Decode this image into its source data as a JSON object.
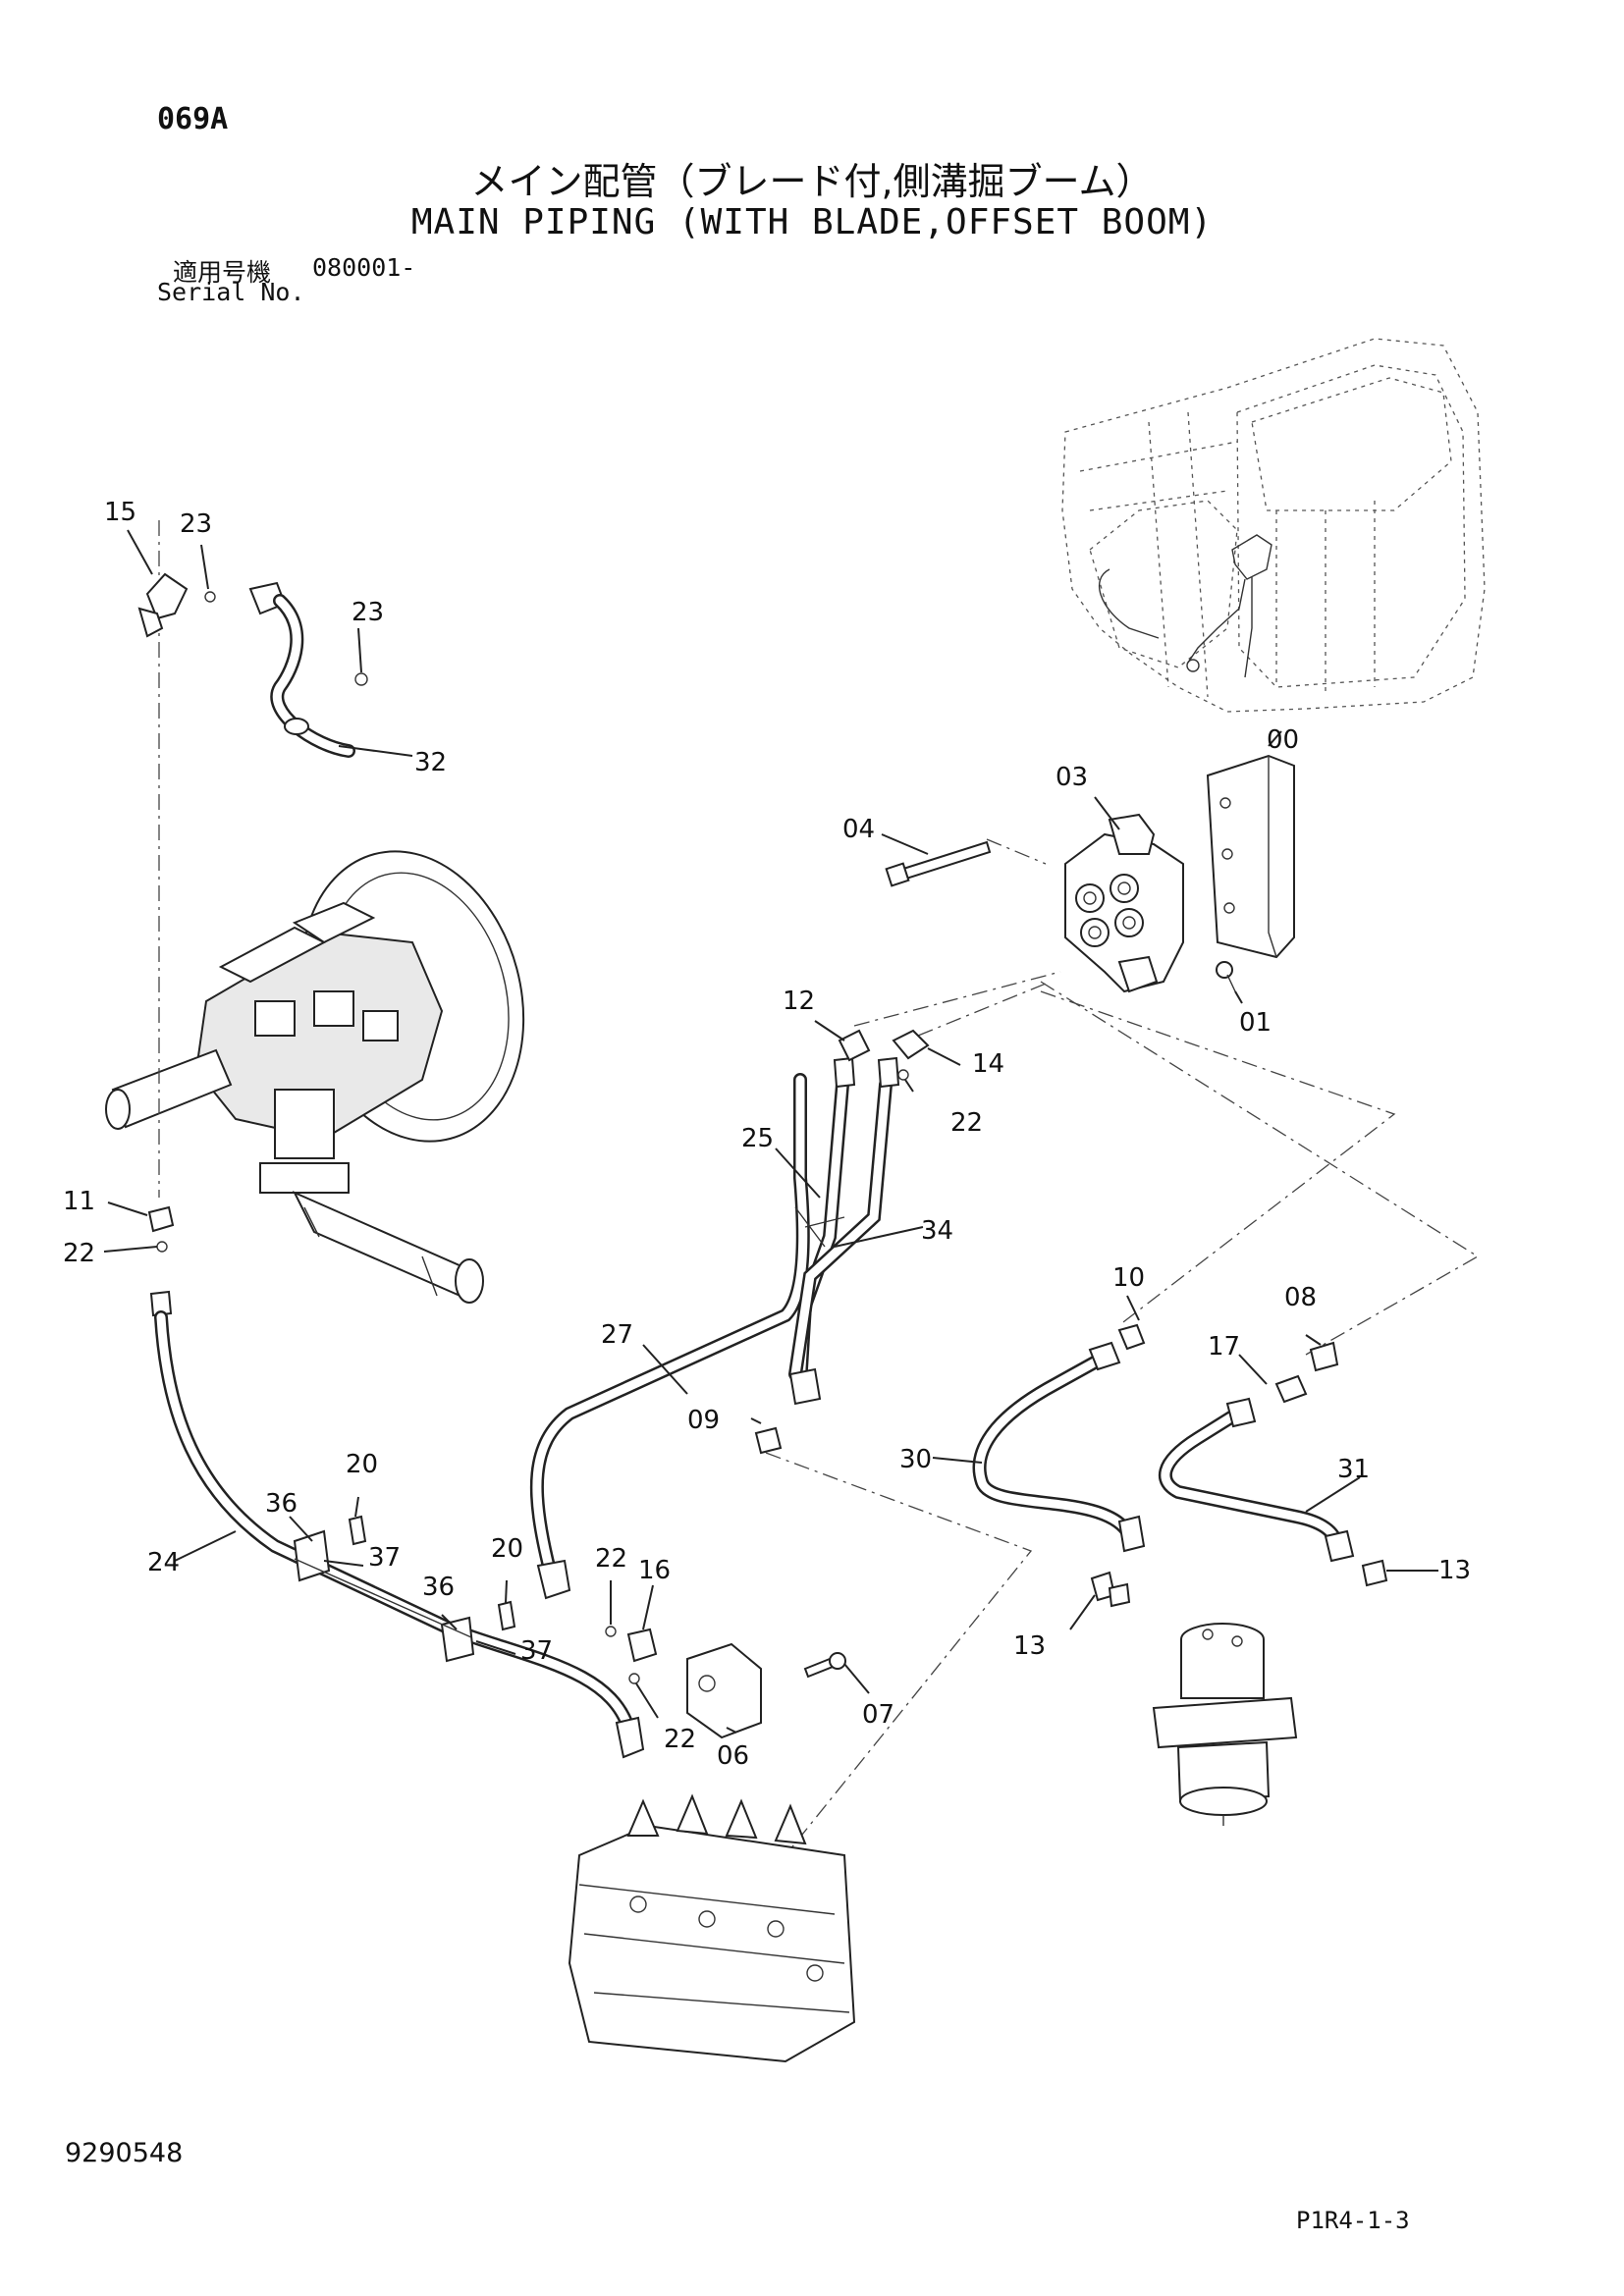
{
  "header": {
    "section_code": "069A",
    "title_jp": "メイン配管（ブレード付,側溝掘ブーム）",
    "title_en": "MAIN PIPING (WITH BLADE,OFFSET BOOM)",
    "serial_label_jp": "適用号機",
    "serial_value": "080001-",
    "serial_label_en": "Serial No."
  },
  "footer": {
    "doc_number": "9290548",
    "page_ref": "P1R4-1-3"
  },
  "callouts": [
    {
      "id": "c00",
      "label": "00"
    },
    {
      "id": "c01",
      "label": "01"
    },
    {
      "id": "c03",
      "label": "03"
    },
    {
      "id": "c04",
      "label": "04"
    },
    {
      "id": "c06",
      "label": "06"
    },
    {
      "id": "c07",
      "label": "07"
    },
    {
      "id": "c08",
      "label": "08"
    },
    {
      "id": "c09",
      "label": "09"
    },
    {
      "id": "c10",
      "label": "10"
    },
    {
      "id": "c11",
      "label": "11"
    },
    {
      "id": "c12",
      "label": "12"
    },
    {
      "id": "c13a",
      "label": "13"
    },
    {
      "id": "c13b",
      "label": "13"
    },
    {
      "id": "c14",
      "label": "14"
    },
    {
      "id": "c15",
      "label": "15"
    },
    {
      "id": "c16",
      "label": "16"
    },
    {
      "id": "c17",
      "label": "17"
    },
    {
      "id": "c20a",
      "label": "20"
    },
    {
      "id": "c20b",
      "label": "20"
    },
    {
      "id": "c22a",
      "label": "22"
    },
    {
      "id": "c22b",
      "label": "22"
    },
    {
      "id": "c22c",
      "label": "22"
    },
    {
      "id": "c22d",
      "label": "22"
    },
    {
      "id": "c23a",
      "label": "23"
    },
    {
      "id": "c23b",
      "label": "23"
    },
    {
      "id": "c24",
      "label": "24"
    },
    {
      "id": "c25",
      "label": "25"
    },
    {
      "id": "c27",
      "label": "27"
    },
    {
      "id": "c30",
      "label": "30"
    },
    {
      "id": "c31",
      "label": "31"
    },
    {
      "id": "c32",
      "label": "32"
    },
    {
      "id": "c34",
      "label": "34"
    },
    {
      "id": "c36a",
      "label": "36"
    },
    {
      "id": "c36b",
      "label": "36"
    },
    {
      "id": "c37a",
      "label": "37"
    },
    {
      "id": "c37b",
      "label": "37"
    }
  ]
}
